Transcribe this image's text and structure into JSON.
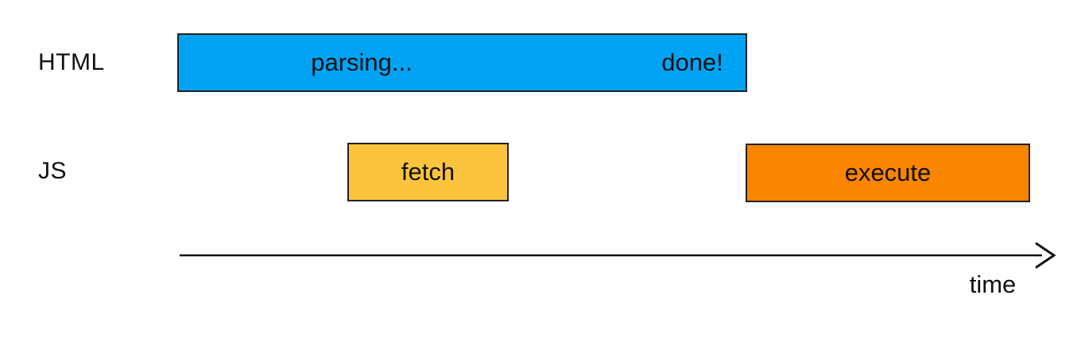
{
  "diagram": {
    "title_hint": "HTML parsing vs JS fetch/execute timeline",
    "rows": [
      {
        "label": "HTML"
      },
      {
        "label": "JS"
      }
    ],
    "bars": {
      "parsing": {
        "track": "HTML",
        "label_start": "parsing...",
        "label_end": "done!",
        "color": "#00A3F4"
      },
      "fetch": {
        "track": "JS",
        "label": "fetch",
        "color": "#FCC43C"
      },
      "execute": {
        "track": "JS",
        "label": "execute",
        "color": "#FB8500"
      }
    },
    "axis": {
      "label": "time"
    },
    "colors": {
      "border": "#212121",
      "text": "#111111",
      "axis": "#111111",
      "background": "#ffffff"
    }
  }
}
